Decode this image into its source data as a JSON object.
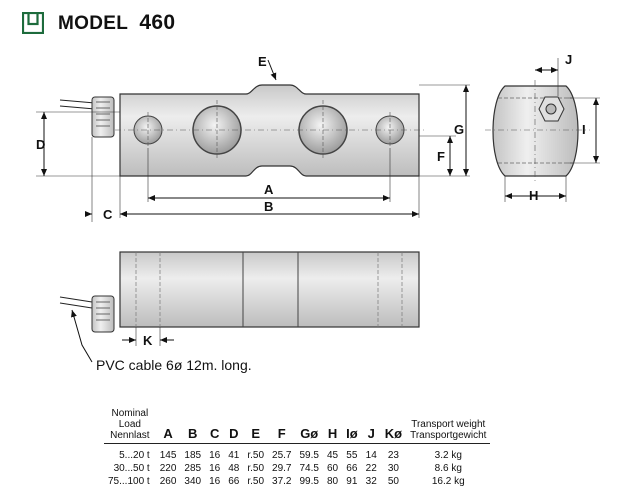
{
  "header": {
    "model_label": "MODEL",
    "model_number": "460",
    "logo_icon": "model-logo-icon",
    "logo_color": "#1d6b3c"
  },
  "drawing": {
    "dimension_labels": {
      "A": "A",
      "B": "B",
      "C": "C",
      "D": "D",
      "E": "E",
      "F": "F",
      "G": "G",
      "H": "H",
      "I": "I",
      "J": "J",
      "K": "K"
    },
    "callout": "PVC cable 6ø 12m. long."
  },
  "table": {
    "headers": [
      "Nominal\nLoad\nNennlast",
      "A",
      "B",
      "C",
      "D",
      "E",
      "F",
      "Gø",
      "H",
      "Iø",
      "J",
      "Kø",
      "Transport weight\nTransportgewicht"
    ],
    "rows": [
      [
        "5...20 t",
        "145",
        "185",
        "16",
        "41",
        "r.50",
        "25.7",
        "59.5",
        "45",
        "55",
        "14",
        "23",
        "3.2 kg"
      ],
      [
        "30...50 t",
        "220",
        "285",
        "16",
        "48",
        "r.50",
        "29.7",
        "74.5",
        "60",
        "66",
        "22",
        "30",
        "8.6 kg"
      ],
      [
        "75...100 t",
        "260",
        "340",
        "16",
        "66",
        "r.50",
        "37.2",
        "99.5",
        "80",
        "91",
        "32",
        "50",
        "16.2 kg"
      ]
    ]
  }
}
